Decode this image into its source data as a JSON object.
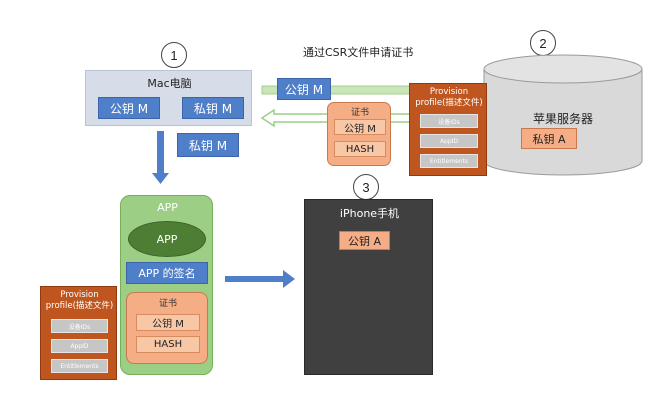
{
  "markers": [
    "1",
    "2",
    "3"
  ],
  "top_label": "通过CSR文件申请证书",
  "mac": {
    "title": "Mac电脑",
    "public_key": "公钥 M",
    "private_key": "私钥 M"
  },
  "sent_public_key": "公钥 M",
  "mac_private_key_copy": "私钥 M",
  "top_cert": {
    "title": "证书",
    "public_key": "公钥 M",
    "hash": "HASH"
  },
  "top_profile": {
    "title": "Provision profile(描述文件)",
    "items": [
      "设备IDs",
      "AppID",
      "Entitlements"
    ]
  },
  "server": {
    "title": "苹果服务器",
    "private_key": "私钥 A"
  },
  "app": {
    "title": "APP",
    "icon_label": "APP",
    "signature": "APP 的签名",
    "cert": {
      "title": "证书",
      "public_key": "公钥 M",
      "hash": "HASH"
    }
  },
  "app_profile": {
    "title": "Provision profile(描述文件)",
    "items": [
      "设备IDs",
      "AppID",
      "Entitlements"
    ]
  },
  "iphone": {
    "title": "iPhone手机",
    "public_key": "公钥 A"
  },
  "colors": {
    "blue": "#4f7fc8",
    "orange": "#f4ad84",
    "brown": "#c0561f",
    "green": "#9ccf85",
    "phone": "#404040"
  }
}
